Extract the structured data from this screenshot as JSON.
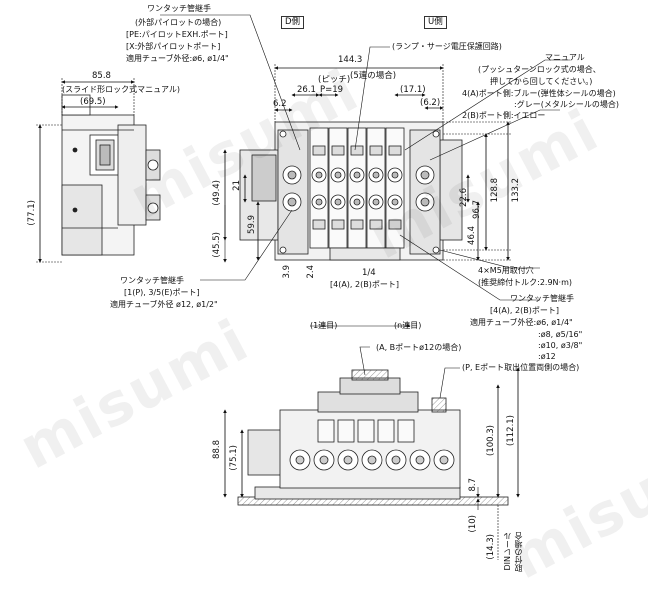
{
  "callouts": {
    "touch_fitting_top": "ワンタッチ管継手",
    "ext_pilot": "(外部パイロットの場合)",
    "pe_port": "[PE:パイロットEXH.ポート]",
    "x_port": "[X:外部パイロットポート]",
    "tube_od_top": "適用チューブ外径:ø6, ø1/4\"",
    "side_d": "D側",
    "side_u": "U側",
    "lamp": "(ランプ・サージ電圧保護回路)",
    "manual": "マニュアル",
    "push_turn_1": "(プッシュターンロック式の場合、",
    "push_turn_2": "押してから回してください。)",
    "port_a_1": "4(A)ポート側:ブルー(弾性体シールの場合)",
    "port_a_2": ":グレー(メタルシールの場合)",
    "port_b": "2(B)ポート側:イエロー",
    "slide_lock": "(スライド形ロック式マニュアル)",
    "touch_fitting_bottom": "ワンタッチ管継手",
    "port_1p": "[1(P), 3/5(E)ポート]",
    "tube_od_bottom": "適用チューブ外径 ø12, ø1/2\"",
    "port_4a2b": "[4(A), 2(B)ポート]",
    "m5_hole": "4×M5用取付穴",
    "torque": "(推奨締付トルク:2.9N·m)",
    "touch_fitting_right": "ワンタッチ管継手",
    "port_4a2b_right": "[4(A), 2(B)ポート]",
    "tube_od_right": "適用チューブ外径:ø6, ø1/4\"",
    "tube_opt_1": ":ø8, ø5/16\"",
    "tube_opt_2": ":ø10, ø3/8\"",
    "tube_opt_3": ":ø12",
    "station_1": "(1連目)",
    "station_n": "(n連目)",
    "ab_port_12": "(A, Bポートø12の場合)",
    "pe_both": "(P, Eポート取出位置両側の場合)",
    "din_rail_1": "DINレール",
    "din_rail_2": "取付の場合"
  },
  "dims": {
    "d144_3": "144.3",
    "five_station": "(5連の場合)",
    "pitch": "(ピッチ)",
    "p19": "P=19",
    "d26_1": "26.1",
    "d6_2": "6.2",
    "d17_1": "(17.1)",
    "d6_2p": "(6.2)",
    "d85_8": "85.8",
    "d69_5": "(69.5)",
    "d77_1": "(77.1)",
    "d49_4": "(49.4)",
    "d21": "21",
    "d59_9": "59.9",
    "d45_5": "(45.5)",
    "d3_9": "3.9",
    "d2_4": "2.4",
    "quarter": "1/4",
    "d22_6": "22.6",
    "d96_7": "96.7",
    "d128_8": "128.8",
    "d133_2": "133.2",
    "d46_4": "46.4",
    "d88_8": "88.8",
    "d75_1": "(75.1)",
    "d100_3": "(100.3)",
    "d112_1": "(112.1)",
    "d8_7": "8.7",
    "d10": "(10)",
    "d14_3": "(14.3)"
  },
  "watermark": "misumi"
}
